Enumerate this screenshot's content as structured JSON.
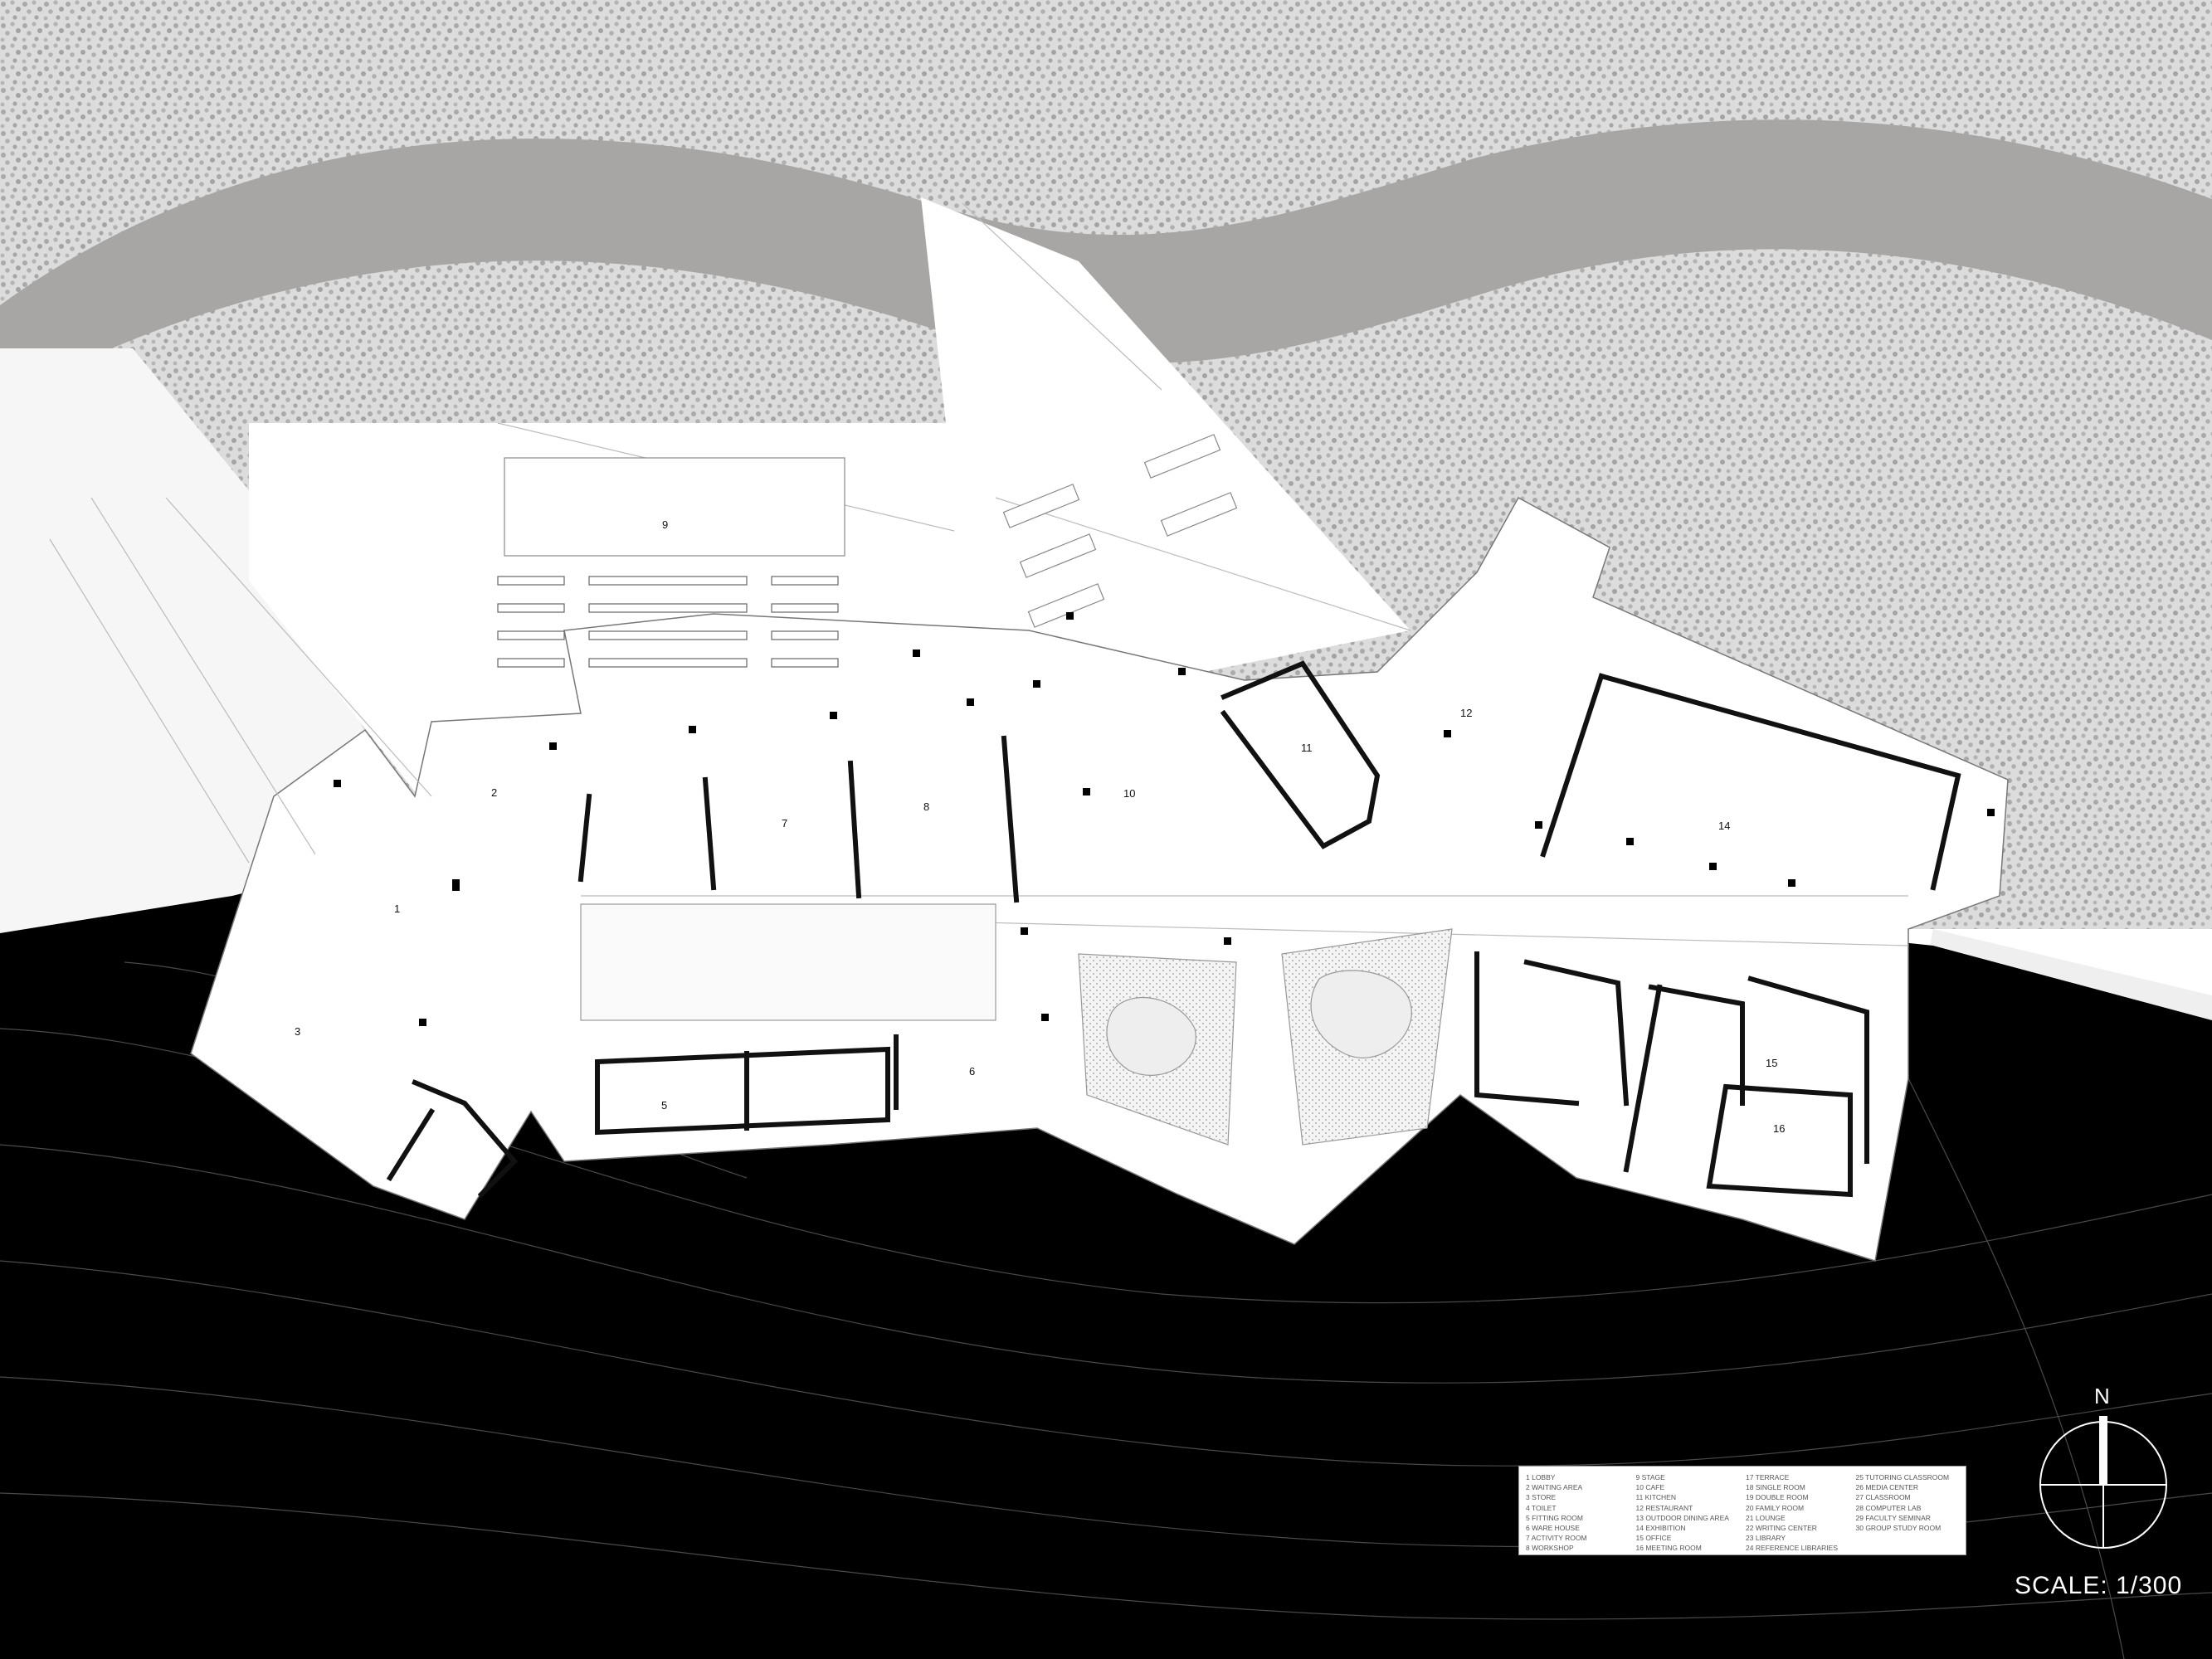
{
  "rooms": [
    {
      "n": "1"
    },
    {
      "n": "2"
    },
    {
      "n": "3"
    },
    {
      "n": "5"
    },
    {
      "n": "6"
    },
    {
      "n": "7"
    },
    {
      "n": "8"
    },
    {
      "n": "9"
    },
    {
      "n": "10"
    },
    {
      "n": "11"
    },
    {
      "n": "12"
    },
    {
      "n": "14"
    },
    {
      "n": "15"
    },
    {
      "n": "16"
    }
  ],
  "legend": {
    "columns": [
      [
        "1 LOBBY",
        "2 WAITING AREA",
        "3 STORE",
        "4 TOILET",
        "5 FITTING ROOM",
        "6 WARE HOUSE",
        "7 ACTIVITY ROOM",
        "8 WORKSHOP"
      ],
      [
        "9 STAGE",
        "10 CAFE",
        "11 KITCHEN",
        "12 RESTAURANT",
        "13 OUTDOOR DINING AREA",
        "14 EXHIBITION",
        "15 OFFICE",
        "16 MEETING ROOM"
      ],
      [
        "17 TERRACE",
        "18 SINGLE ROOM",
        "19 DOUBLE ROOM",
        "20 FAMILY ROOM",
        "21 LOUNGE",
        "22 WRITING CENTER",
        "23 LIBRARY",
        "24 REFERENCE LIBRARIES"
      ],
      [
        "25 TUTORING CLASSROOM",
        "26 MEDIA CENTER",
        "27 CLASSROOM",
        "28 COMPUTER LAB",
        "29 FACULTY SEMINAR",
        "30 GROUP STUDY ROOM"
      ]
    ]
  },
  "north": "N",
  "scale": "SCALE:  1/300",
  "colors": {
    "ground": "#c9c9c9",
    "river": "#a8a6a4",
    "dark": "#000000",
    "building": "#ffffff"
  }
}
